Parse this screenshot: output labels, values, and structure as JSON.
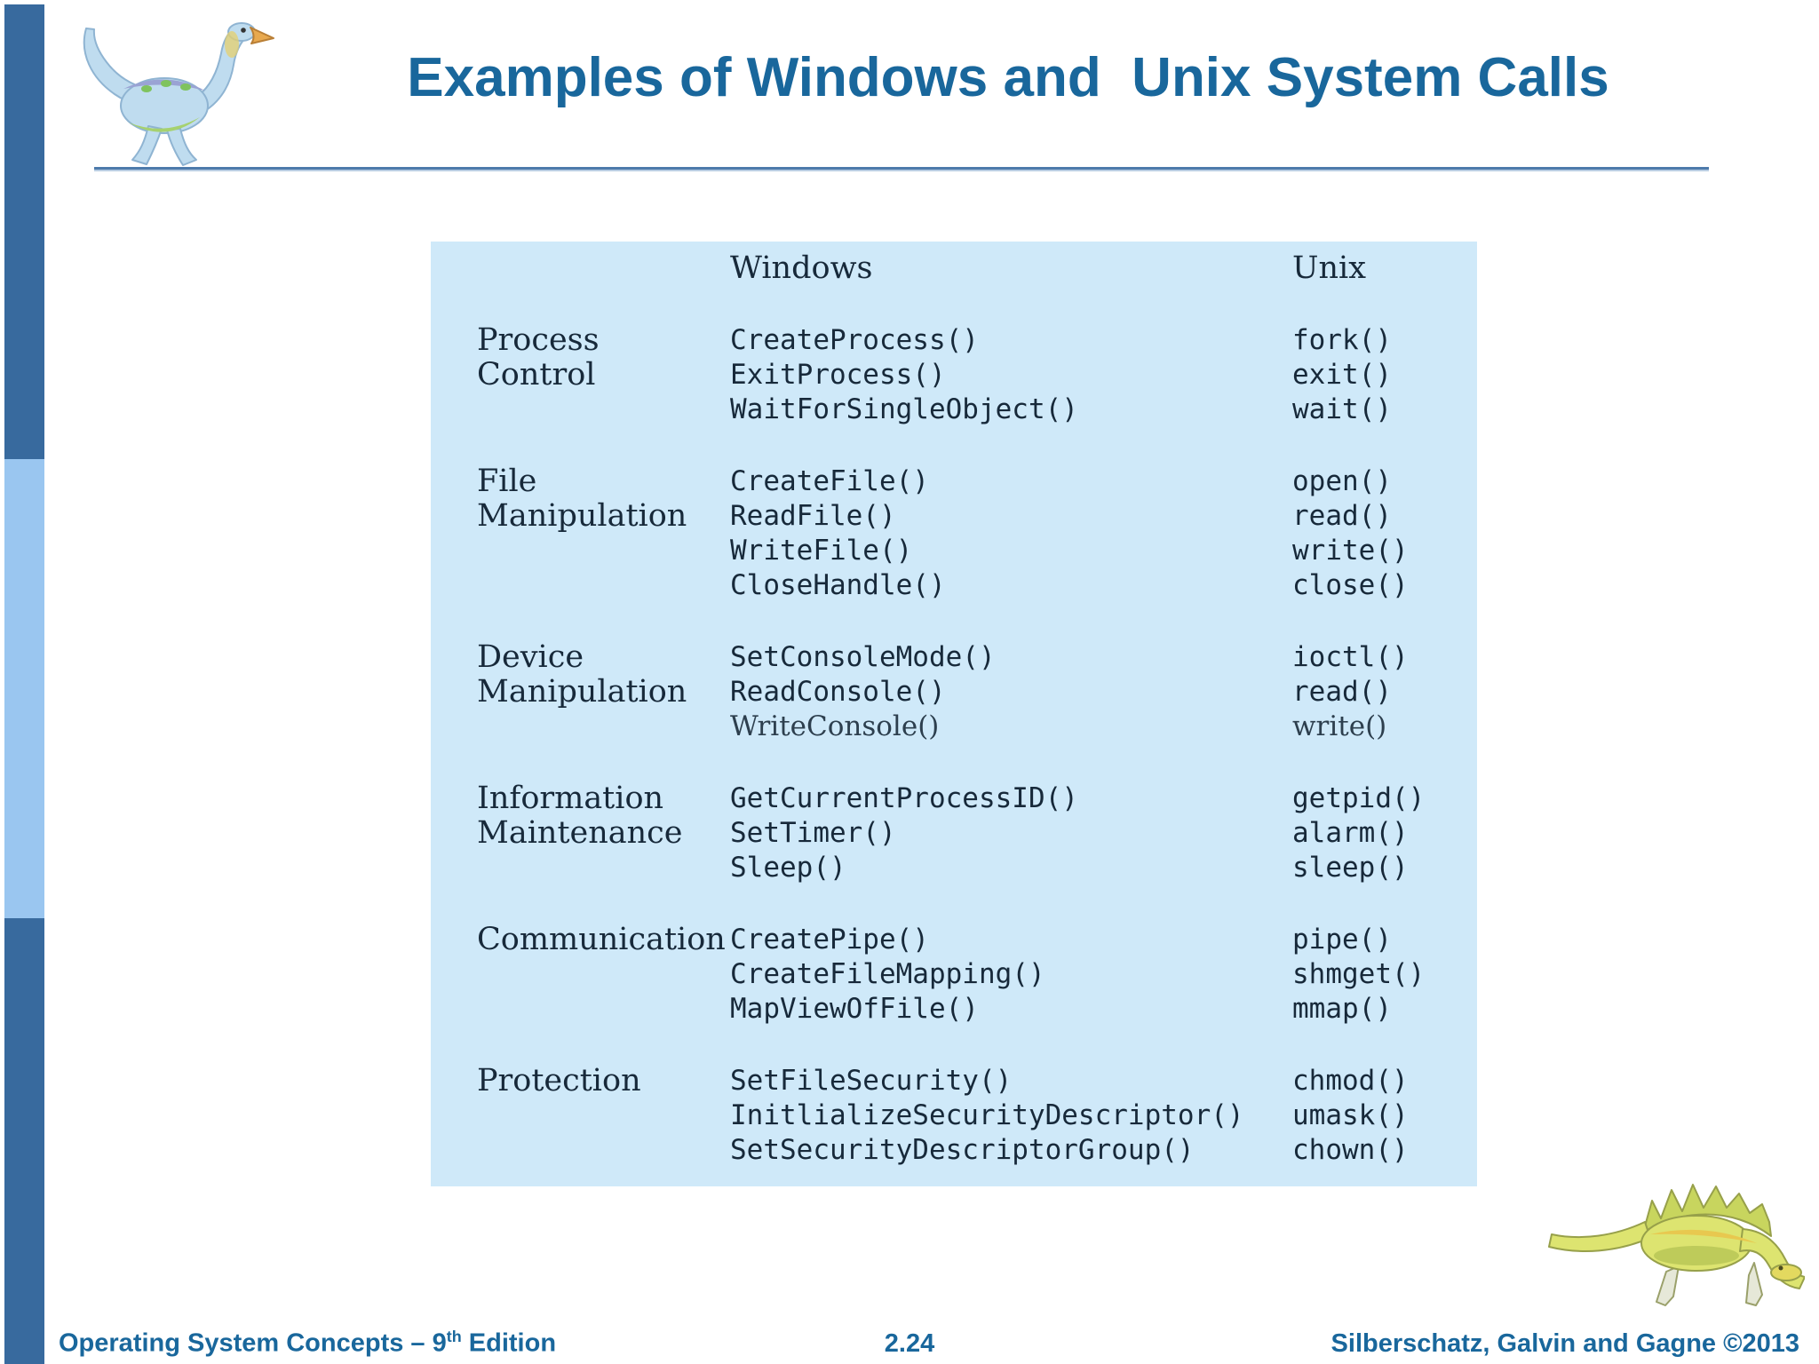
{
  "title": "Examples of Windows and  Unix System Calls",
  "table": {
    "headers": {
      "windows": "Windows",
      "unix": "Unix"
    },
    "groups": [
      {
        "category": [
          "Process",
          "Control"
        ],
        "rows": [
          {
            "windows": "CreateProcess()",
            "unix": "fork()"
          },
          {
            "windows": "ExitProcess()",
            "unix": "exit()"
          },
          {
            "windows": "WaitForSingleObject()",
            "unix": "wait()"
          }
        ]
      },
      {
        "category": [
          "File",
          "Manipulation"
        ],
        "rows": [
          {
            "windows": "CreateFile()",
            "unix": "open()"
          },
          {
            "windows": "ReadFile()",
            "unix": "read()"
          },
          {
            "windows": "WriteFile()",
            "unix": "write()"
          },
          {
            "windows": "CloseHandle()",
            "unix": "close()"
          }
        ]
      },
      {
        "category": [
          "Device",
          "Manipulation"
        ],
        "rows": [
          {
            "windows": "SetConsoleMode()",
            "unix": "ioctl()"
          },
          {
            "windows": "ReadConsole()",
            "unix": "read()"
          },
          {
            "windows": "WriteConsole()",
            "unix": "write()",
            "variant": "serif"
          }
        ]
      },
      {
        "category": [
          "Information",
          "Maintenance"
        ],
        "rows": [
          {
            "windows": "GetCurrentProcessID()",
            "unix": "getpid()"
          },
          {
            "windows": "SetTimer()",
            "unix": "alarm()"
          },
          {
            "windows": "Sleep()",
            "unix": "sleep()"
          }
        ]
      },
      {
        "category": [
          "Communication"
        ],
        "rows": [
          {
            "windows": "CreatePipe()",
            "unix": "pipe()"
          },
          {
            "windows": "CreateFileMapping()",
            "unix": "shmget()"
          },
          {
            "windows": "MapViewOfFile()",
            "unix": "mmap()"
          }
        ]
      },
      {
        "category": [
          "Protection"
        ],
        "rows": [
          {
            "windows": "SetFileSecurity()",
            "unix": "chmod()"
          },
          {
            "windows": "InitlializeSecurityDescriptor()",
            "unix": "umask()"
          },
          {
            "windows": "SetSecurityDescriptorGroup()",
            "unix": "chown()"
          }
        ]
      }
    ]
  },
  "footer": {
    "left_main": "Operating System Concepts – 9",
    "left_sup": "th",
    "left_suffix": " Edition",
    "page": "2.24",
    "right": "Silberschatz, Galvin and Gagne ©2013"
  },
  "icons": {
    "top_left": "dinosaur-logo",
    "bottom_right": "dinosaur-illustration"
  },
  "colors": {
    "accent": "#19679c",
    "rule": "#4d7aab",
    "sidebar_dark": "#386a9e",
    "sidebar_light": "#9ac6f0",
    "table_bg": "#cfe9f9",
    "table_text": "#17293a"
  }
}
